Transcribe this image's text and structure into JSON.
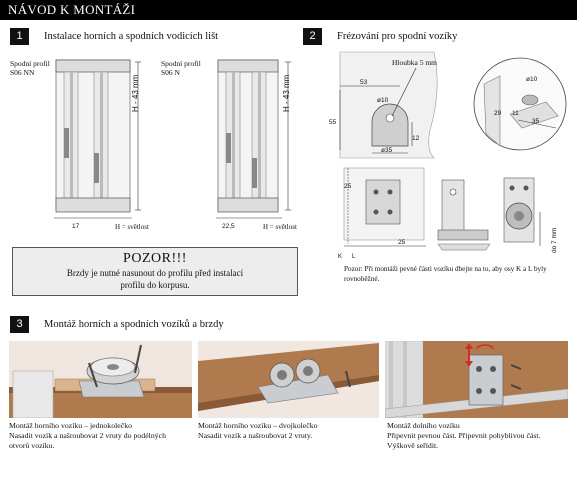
{
  "header": {
    "title": "NÁVOD K MONTÁŽI"
  },
  "section1": {
    "number": "1",
    "title": "Instalace horních a spodních vodicích lišt",
    "left_label_1": "Spodní profil",
    "left_label_2": "S06 NN",
    "right_label_1": "Spodní profil",
    "right_label_2": "S06 N",
    "height_label": "H - 43 mm",
    "left_gap": "17",
    "right_gap": "22,5",
    "clearance_label": "H = světlost"
  },
  "warning": {
    "title": "POZOR!!!",
    "line1": "Brzdy je nutné nasunout do profilu před instalací",
    "line2": "profilu do korpusu."
  },
  "section2": {
    "number": "2",
    "title": "Frézování pro spodní vozíky",
    "depth_label": "Hloubka 5 mm",
    "dim_53": "53",
    "dim_55": "55",
    "dim_10": "ø10",
    "dim_35": "ø35",
    "dim_12": "12",
    "dim_29": "29",
    "dim_11": "11",
    "dim_35b": "35",
    "dim_10b": "ø10",
    "dim_25a": "25",
    "dim_25b": "25",
    "label_k": "K",
    "label_l": "L",
    "label_7mm": "do 7 mm",
    "note": "Pozor: Při montáži pevné části vozíku dbejte na to, aby osy K a L byly rovnoběžné."
  },
  "section3": {
    "number": "3",
    "title": "Montáž horních a spodních vozíků a brzdy",
    "captions": [
      {
        "title": "Montáž horního vozíku – jednokolečko",
        "text": "Nasadit vozík a našroubovat 2 vruty do podélných otvorů vozíku."
      },
      {
        "title": "Montáž horního vozíku – dvojkolečko",
        "text": "Nasadit vozík a našroubovat 2 vruty."
      },
      {
        "title": "Montáž dolního vozíku",
        "text": "Připevnit pevnou část. Připevnit pohyblivou část. Výškově seřídit."
      }
    ]
  },
  "colors": {
    "header_bg": "#000000",
    "wood": "#b07a4f",
    "wood_dark": "#8a5a36",
    "metal": "#c9ccd0",
    "warning_bg": "#ededed"
  }
}
